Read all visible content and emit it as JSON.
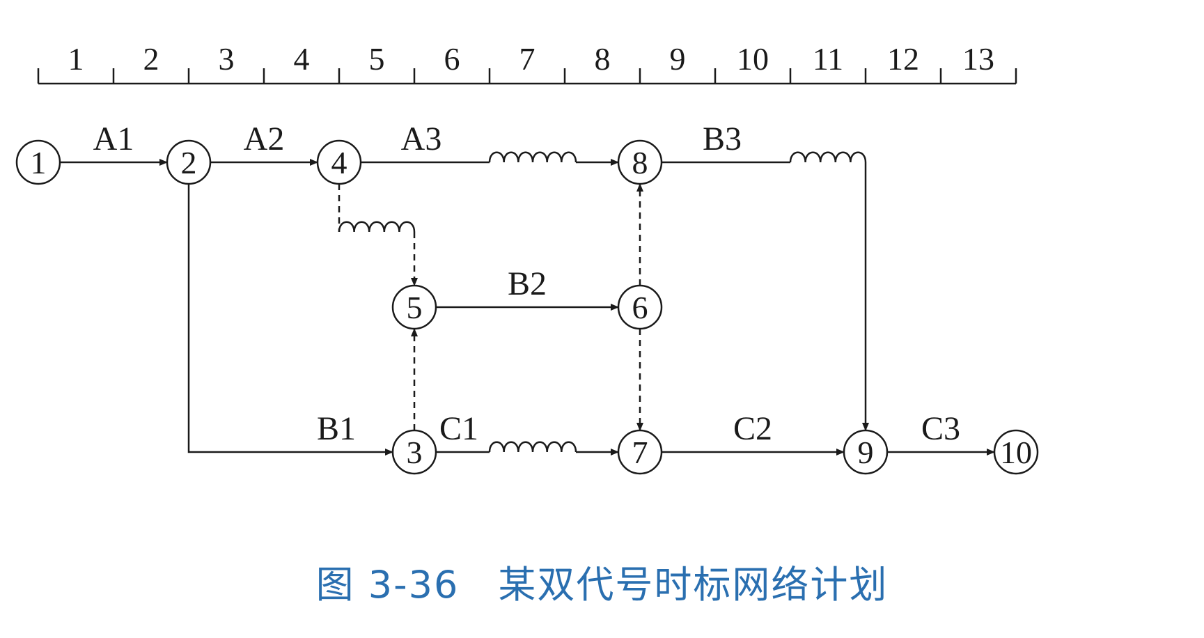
{
  "caption": "图 3-36　某双代号时标网络计划",
  "time_scale": [
    "1",
    "2",
    "3",
    "4",
    "5",
    "6",
    "7",
    "8",
    "9",
    "10",
    "11",
    "12",
    "13"
  ],
  "nodes": [
    {
      "id": "n1",
      "label": "1",
      "t": 0,
      "row": 0
    },
    {
      "id": "n2",
      "label": "2",
      "t": 2,
      "row": 0
    },
    {
      "id": "n4",
      "label": "4",
      "t": 4,
      "row": 0
    },
    {
      "id": "n8",
      "label": "8",
      "t": 8,
      "row": 0
    },
    {
      "id": "n5",
      "label": "5",
      "t": 5,
      "row": 1
    },
    {
      "id": "n6",
      "label": "6",
      "t": 8,
      "row": 1
    },
    {
      "id": "n3",
      "label": "3",
      "t": 5,
      "row": 2
    },
    {
      "id": "n7",
      "label": "7",
      "t": 8,
      "row": 2
    },
    {
      "id": "n9",
      "label": "9",
      "t": 11,
      "row": 2
    },
    {
      "id": "n10",
      "label": "10",
      "t": 13,
      "row": 2
    }
  ],
  "activities": [
    {
      "id": "A1",
      "label": "A1",
      "from": "n1",
      "to": "n2",
      "type": "solid"
    },
    {
      "id": "A2",
      "label": "A2",
      "from": "n2",
      "to": "n4",
      "type": "solid"
    },
    {
      "id": "A3",
      "label": "A3",
      "from": "n4",
      "to": "n8",
      "type": "solid",
      "work_end_t": 6,
      "free_float": 2
    },
    {
      "id": "B3",
      "label": "B3",
      "from": "n8",
      "to": "n9",
      "type": "solid",
      "work_end_t": 10,
      "free_float": 1
    },
    {
      "id": "B1",
      "label": "B1",
      "from": "n2",
      "to": "n3",
      "type": "solid"
    },
    {
      "id": "B2",
      "label": "B2",
      "from": "n5",
      "to": "n6",
      "type": "solid"
    },
    {
      "id": "C1",
      "label": "C1",
      "from": "n3",
      "to": "n7",
      "type": "solid",
      "work_end_t": 6,
      "free_float": 2
    },
    {
      "id": "C2",
      "label": "C2",
      "from": "n7",
      "to": "n9",
      "type": "solid"
    },
    {
      "id": "C3",
      "label": "C3",
      "from": "n9",
      "to": "n10",
      "type": "solid"
    }
  ],
  "dummies": [
    {
      "from": "n4",
      "to": "n5",
      "free_float": 1
    },
    {
      "from": "n3",
      "to": "n5"
    },
    {
      "from": "n6",
      "to": "n8"
    },
    {
      "from": "n6",
      "to": "n7"
    }
  ]
}
